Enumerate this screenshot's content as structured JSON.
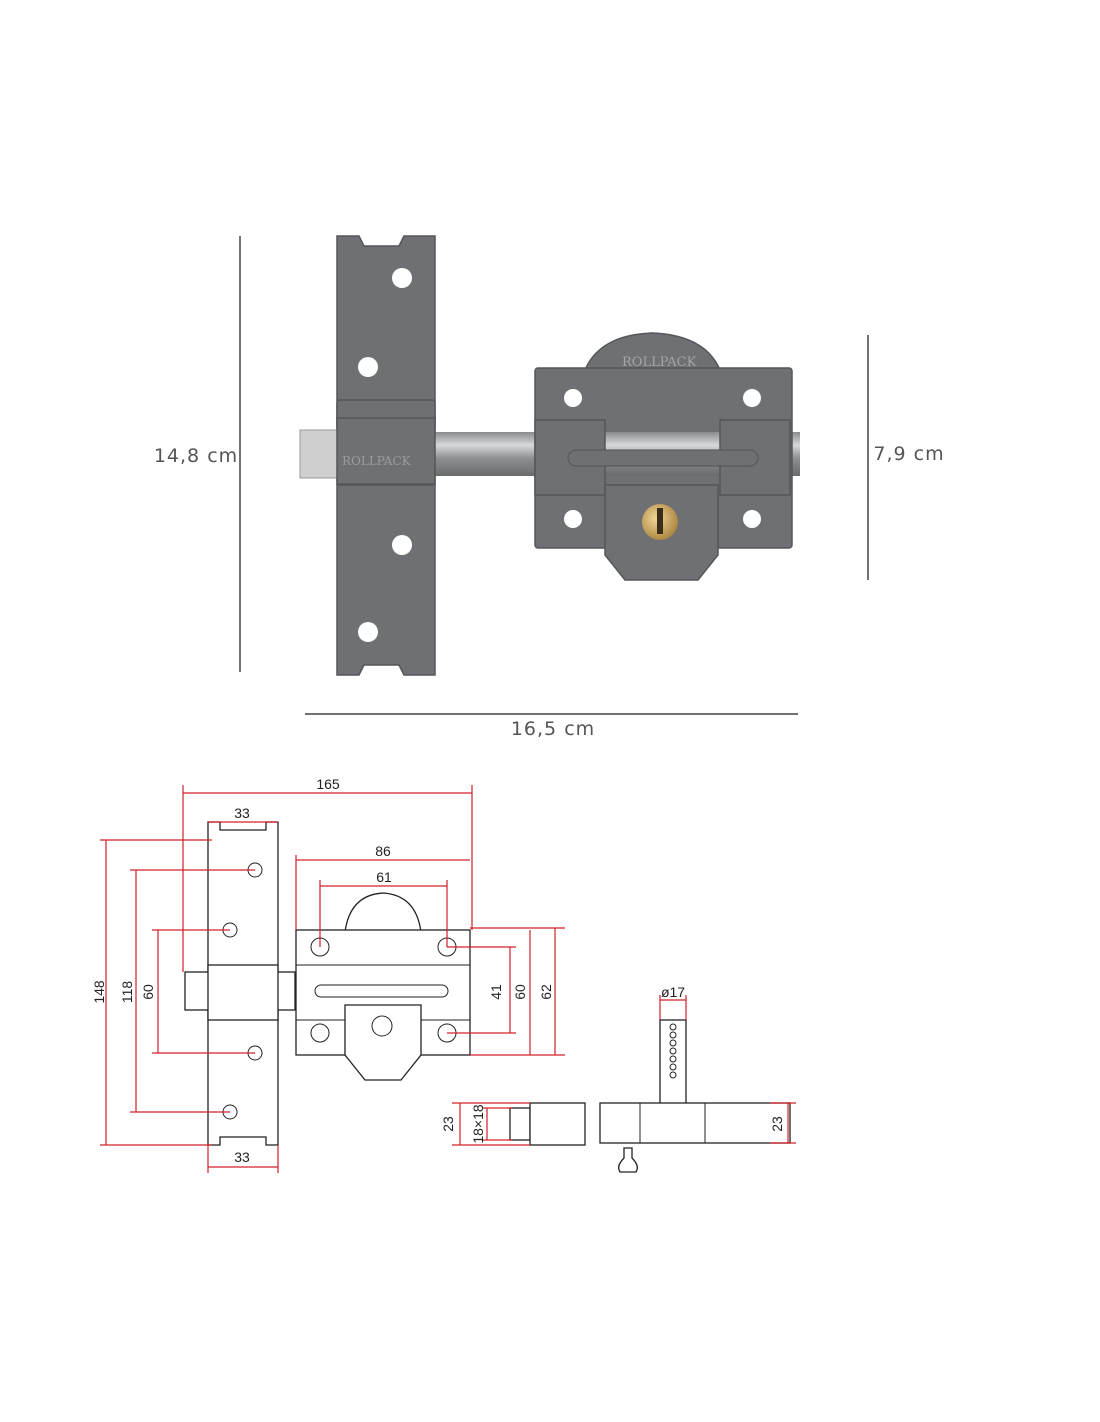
{
  "photo": {
    "height_label": "14,8 cm",
    "lock_height_label": "7,9 cm",
    "width_label": "16,5 cm",
    "logo_text": "ROLLPACK",
    "colors": {
      "plate": "#6f7074",
      "bolt": "#b9babc",
      "cylinder": "#c9a45a",
      "measure_line": "#444444"
    }
  },
  "drawing": {
    "dims": {
      "overall_width": "165",
      "plate_width_top": "33",
      "body_width": "86",
      "hole_spacing_h": "61",
      "overall_height": "148",
      "plate_hole_spacing": "118",
      "plate_inner_spacing": "60",
      "body_hole_spacing_v": "41",
      "body_height_inner": "60",
      "body_height": "62",
      "plate_width_bottom": "33",
      "cylinder_diameter": "ø17",
      "side_height_left": "23",
      "bolt_section": "18×18",
      "side_height_right": "23"
    },
    "colors": {
      "dimension": "#d0202a",
      "outline": "#222222"
    }
  }
}
